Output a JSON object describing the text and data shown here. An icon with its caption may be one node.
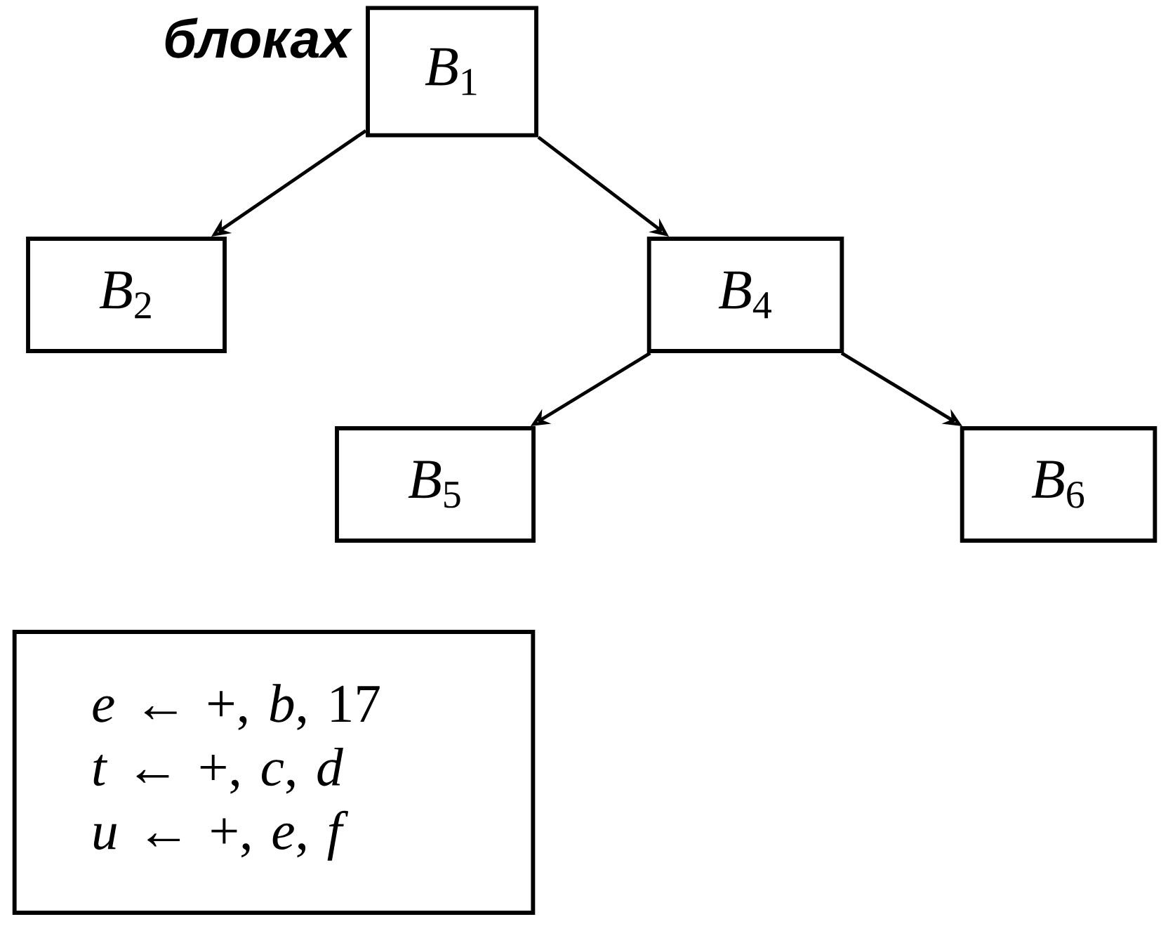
{
  "diagram": {
    "title": "блоках",
    "nodes": [
      {
        "text": [
          "*B*$_{1}$"
        ]
      },
      {
        "text": [
          "*B*$_{2}$"
        ]
      },
      {
        "text": [
          "*B*$_{4}$"
        ]
      },
      {
        "text": [
          "*B*$_{5}$"
        ]
      },
      {
        "text": [
          "*B*$_{6}$"
        ]
      },
      {
        "text": [
          "*e* ← +, *b*, 17",
          "*t* ← +, *c*, *d*",
          "*u* ← +, *e*, *f*"
        ]
      }
    ],
    "edges": [
      {
        "from": 0,
        "to": 1,
        "arrow": "to"
      },
      {
        "from": 0,
        "to": 2,
        "arrow": "to"
      },
      {
        "from": 2,
        "to": 3,
        "arrow": "to"
      },
      {
        "from": 2,
        "to": 4,
        "arrow": "to"
      }
    ]
  }
}
